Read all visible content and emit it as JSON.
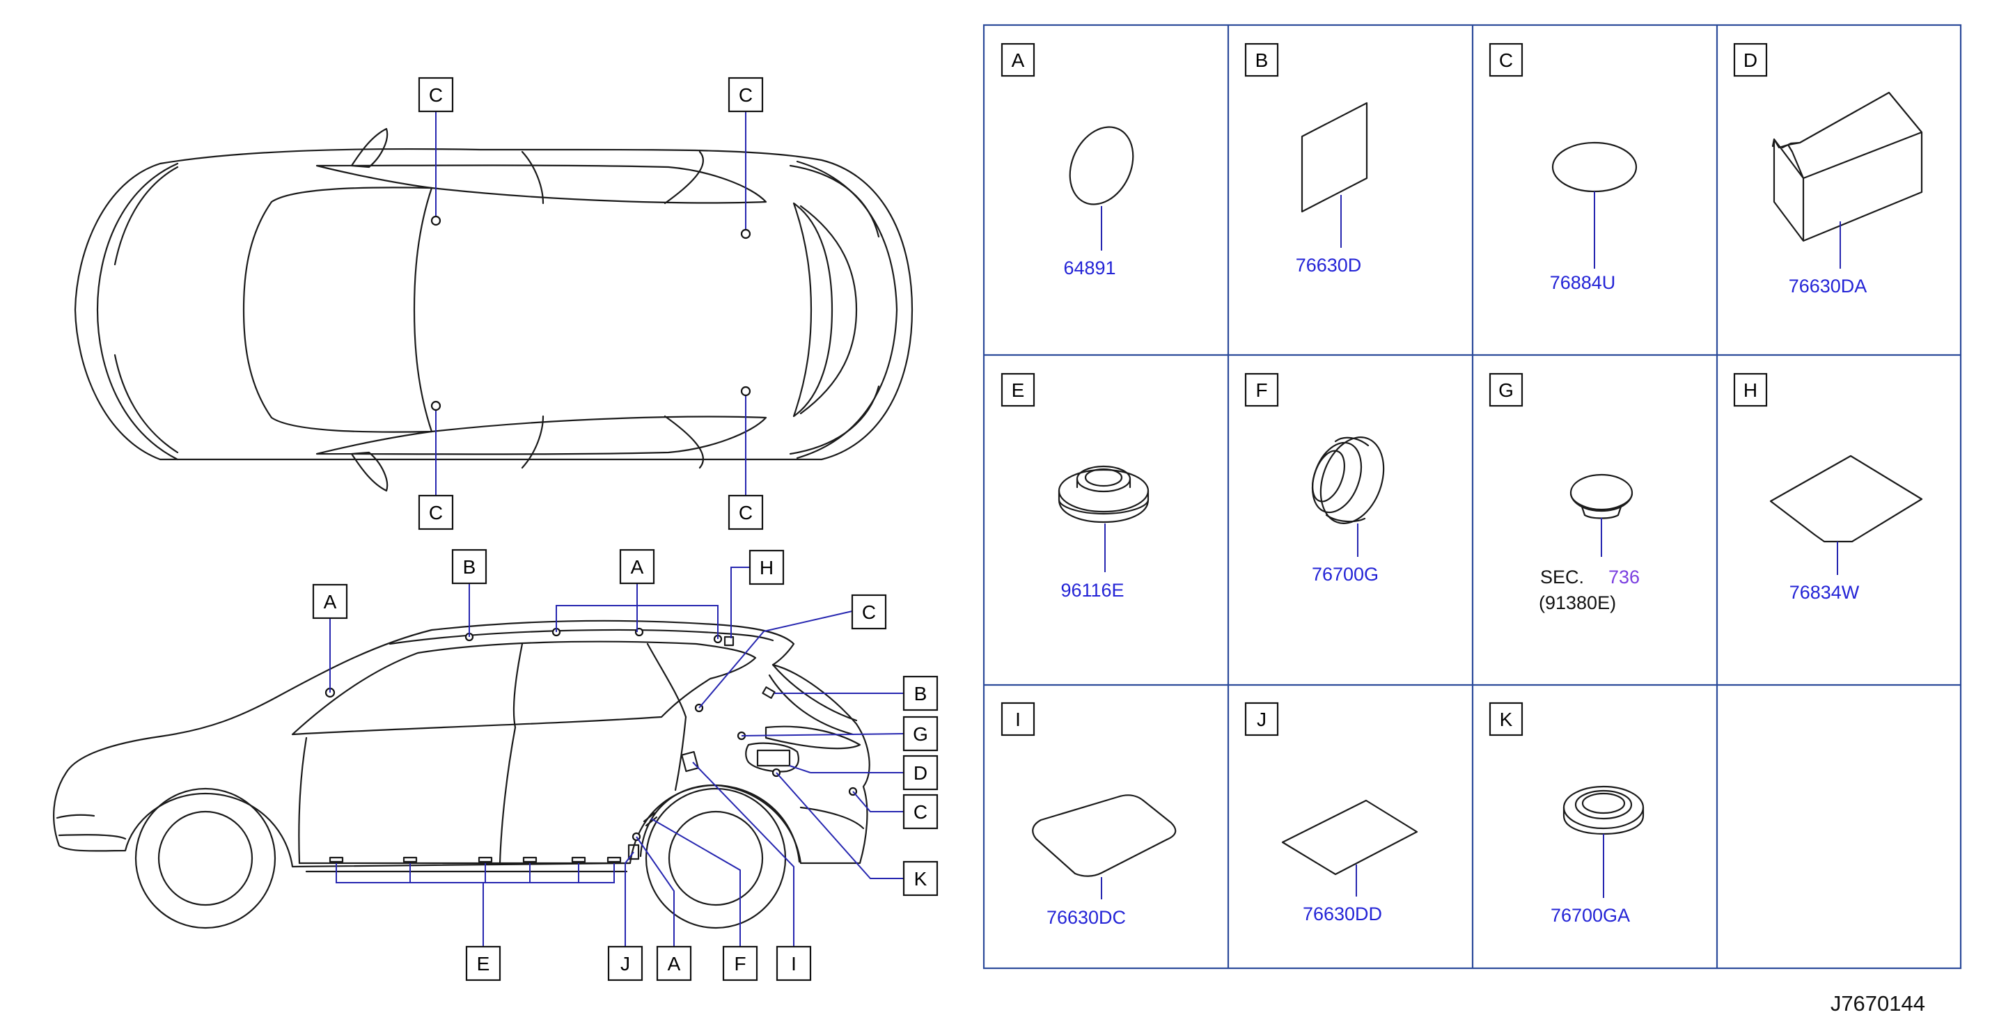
{
  "diagram": {
    "top_view_labels": [
      "C",
      "C",
      "C",
      "C"
    ],
    "side_view_labels": {
      "top": [
        "A",
        "B",
        "A",
        "H",
        "C"
      ],
      "right": [
        "B",
        "G",
        "D",
        "C",
        "K"
      ],
      "bottom": [
        "E",
        "J",
        "A",
        "F",
        "I"
      ]
    },
    "cells": [
      {
        "letter": "A",
        "part": "64891"
      },
      {
        "letter": "B",
        "part": "76630D"
      },
      {
        "letter": "C",
        "part": "76884U"
      },
      {
        "letter": "D",
        "part": "76630DA"
      },
      {
        "letter": "E",
        "part": "96116E"
      },
      {
        "letter": "F",
        "part": "76700G"
      },
      {
        "letter": "G",
        "sec_prefix": "SEC.",
        "sec_ref": "736",
        "part": "(91380E)"
      },
      {
        "letter": "H",
        "part": "76834W"
      },
      {
        "letter": "I",
        "part": "76630DC"
      },
      {
        "letter": "J",
        "part": "76630DD"
      },
      {
        "letter": "K",
        "part": "76700GA"
      }
    ],
    "drawing_id": "J7670144",
    "colors": {
      "part_number": "#2323d6",
      "section_link": "#7a3ee0",
      "grid": "#2b4a9a",
      "line": "#1a1a1a"
    }
  }
}
